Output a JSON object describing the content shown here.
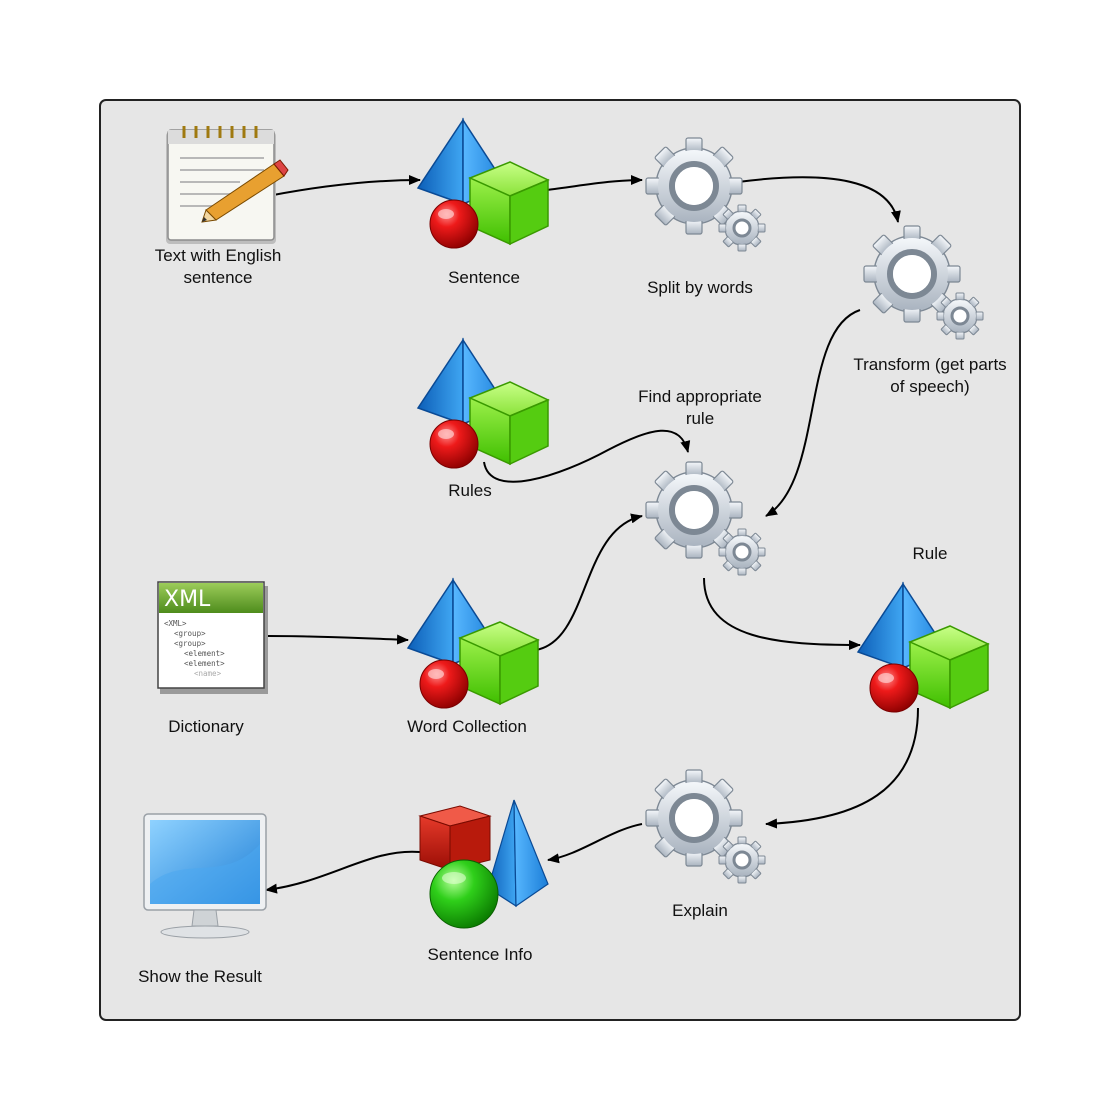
{
  "diagram": {
    "nodes": [
      {
        "id": "text",
        "label": "Text with English\nsentence",
        "icon": "notepad-pencil-icon"
      },
      {
        "id": "sentence",
        "label": "Sentence",
        "icon": "shapes-object-icon"
      },
      {
        "id": "split",
        "label": "Split by words",
        "icon": "gears-icon"
      },
      {
        "id": "transform",
        "label": "Transform (get parts\nof speech)",
        "icon": "gears-icon"
      },
      {
        "id": "rules",
        "label": "Rules",
        "icon": "shapes-object-icon"
      },
      {
        "id": "find",
        "label": "Find appropriate\nrule",
        "icon": "gears-icon"
      },
      {
        "id": "dictionary",
        "label": "Dictionary",
        "icon": "xml-document-icon"
      },
      {
        "id": "wordcollection",
        "label": "Word Collection",
        "icon": "shapes-object-icon"
      },
      {
        "id": "rule",
        "label": "Rule",
        "icon": "shapes-object-icon"
      },
      {
        "id": "explain",
        "label": "Explain",
        "icon": "gears-icon"
      },
      {
        "id": "sentenceinfo",
        "label": "Sentence Info",
        "icon": "shapes-info-icon"
      },
      {
        "id": "result",
        "label": "Show the Result",
        "icon": "monitor-icon"
      }
    ],
    "edges": [
      {
        "from": "text",
        "to": "sentence"
      },
      {
        "from": "sentence",
        "to": "split"
      },
      {
        "from": "split",
        "to": "transform"
      },
      {
        "from": "transform",
        "to": "find"
      },
      {
        "from": "rules",
        "to": "find"
      },
      {
        "from": "wordcollection",
        "to": "find"
      },
      {
        "from": "dictionary",
        "to": "wordcollection"
      },
      {
        "from": "find",
        "to": "rule"
      },
      {
        "from": "rule",
        "to": "explain"
      },
      {
        "from": "explain",
        "to": "sentenceinfo"
      },
      {
        "from": "sentenceinfo",
        "to": "result"
      }
    ],
    "xml_icon": {
      "title": "XML",
      "lines": [
        "<XML>",
        "<group>",
        "<group>",
        "<element>",
        "<element>",
        "<name>"
      ]
    },
    "colors": {
      "panel": "#e6e6e6",
      "border": "#222222",
      "blue": "#1e88e0",
      "green": "#66dd11",
      "red": "#dd1111",
      "gear": "#cfd6de"
    }
  }
}
